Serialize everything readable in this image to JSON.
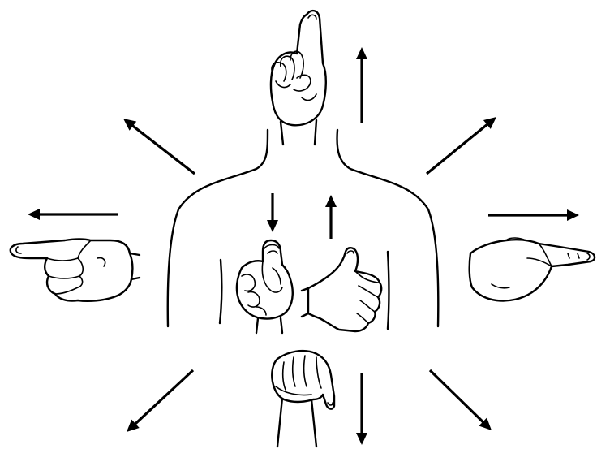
{
  "colors": {
    "ink": "#000000",
    "background": "#ffffff"
  },
  "arrows": [
    {
      "name": "arrow-up",
      "direction": "up"
    },
    {
      "name": "arrow-up-right",
      "direction": "up-right"
    },
    {
      "name": "arrow-right",
      "direction": "right"
    },
    {
      "name": "arrow-down-right",
      "direction": "down-right"
    },
    {
      "name": "arrow-down",
      "direction": "down"
    },
    {
      "name": "arrow-down-left",
      "direction": "down-left"
    },
    {
      "name": "arrow-left",
      "direction": "left"
    },
    {
      "name": "arrow-up-left",
      "direction": "up-left"
    },
    {
      "name": "arrow-chest-down",
      "direction": "down"
    },
    {
      "name": "arrow-chest-up",
      "direction": "up"
    }
  ],
  "hands": [
    {
      "name": "hand-pointing-up-icon",
      "direction": "up"
    },
    {
      "name": "hand-pointing-left-icon",
      "direction": "left"
    },
    {
      "name": "hand-pointing-right-icon",
      "direction": "right"
    },
    {
      "name": "hand-pointing-self-icon",
      "direction": "toward-viewer"
    },
    {
      "name": "thumb-up-hand-icon",
      "direction": "up"
    },
    {
      "name": "hand-pointing-down-icon",
      "direction": "down"
    }
  ]
}
